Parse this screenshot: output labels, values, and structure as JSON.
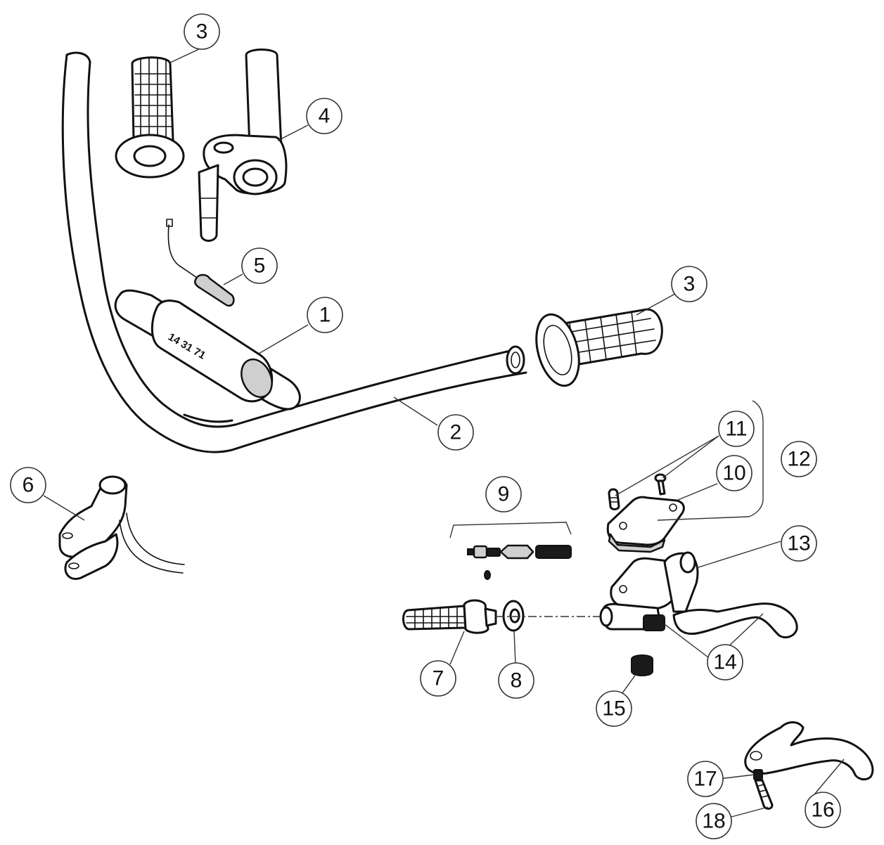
{
  "parts": [
    {
      "id": "handlebar-pad",
      "number": "1"
    },
    {
      "id": "handlebar",
      "number": "2"
    },
    {
      "id": "grip-left",
      "number": "3"
    },
    {
      "id": "grip-right",
      "number": "3"
    },
    {
      "id": "throttle-housing",
      "number": "4"
    },
    {
      "id": "throttle-cable",
      "number": "5"
    },
    {
      "id": "bar-clamp",
      "number": "6"
    },
    {
      "id": "hose-fitting",
      "number": "7"
    },
    {
      "id": "washer",
      "number": "8"
    },
    {
      "id": "piston-kit",
      "number": "9"
    },
    {
      "id": "reservoir-cap",
      "number": "10"
    },
    {
      "id": "cap-screws",
      "number": "11"
    },
    {
      "id": "cap-kit",
      "number": "12"
    },
    {
      "id": "master-cylinder",
      "number": "13"
    },
    {
      "id": "adjuster",
      "number": "14"
    },
    {
      "id": "adjuster-nut",
      "number": "15"
    },
    {
      "id": "lever",
      "number": "16"
    },
    {
      "id": "pivot-nut",
      "number": "17"
    },
    {
      "id": "pivot-bolt",
      "number": "18"
    }
  ],
  "pad_lettering": "14 31 71"
}
